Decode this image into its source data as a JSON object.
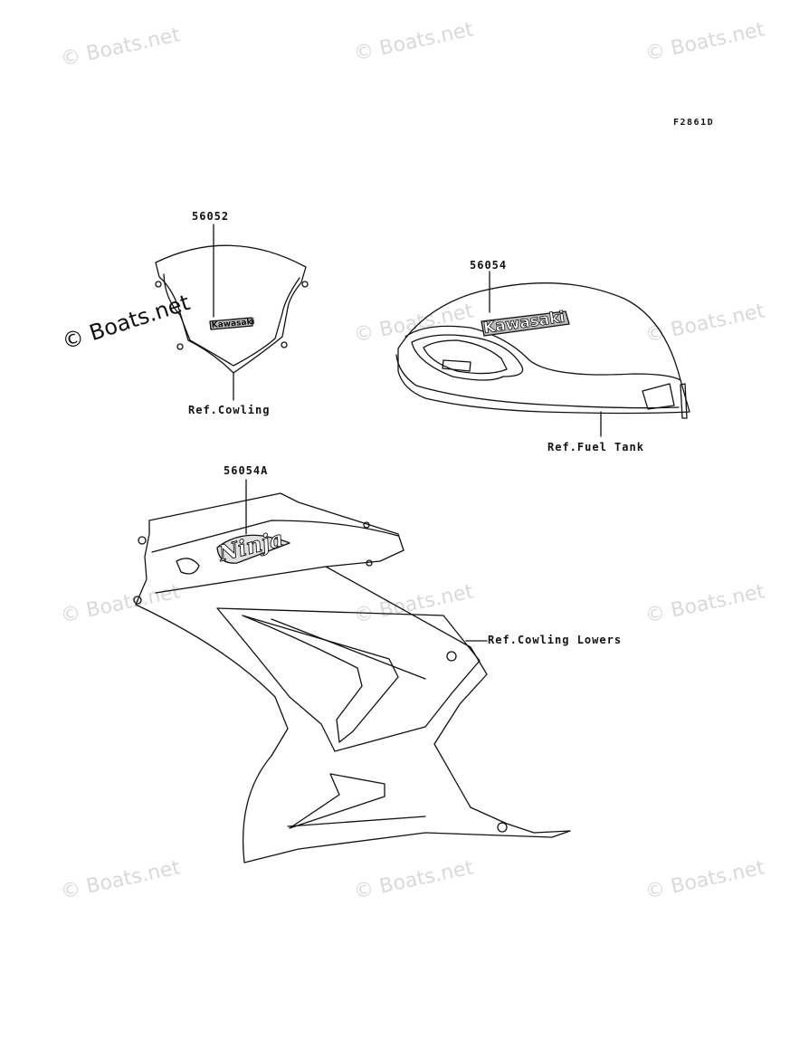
{
  "figure_code": "F2861D",
  "watermark_text": "© Boats.net",
  "parts": [
    {
      "part_number": "56052",
      "reference": "Ref.Cowling",
      "decal_text": "Kawasaki"
    },
    {
      "part_number": "56054",
      "reference": "Ref.Fuel Tank",
      "decal_text": "Kawasaki"
    },
    {
      "part_number": "56054A",
      "reference": "Ref.Cowling Lowers",
      "decal_text": "Ninja"
    }
  ]
}
